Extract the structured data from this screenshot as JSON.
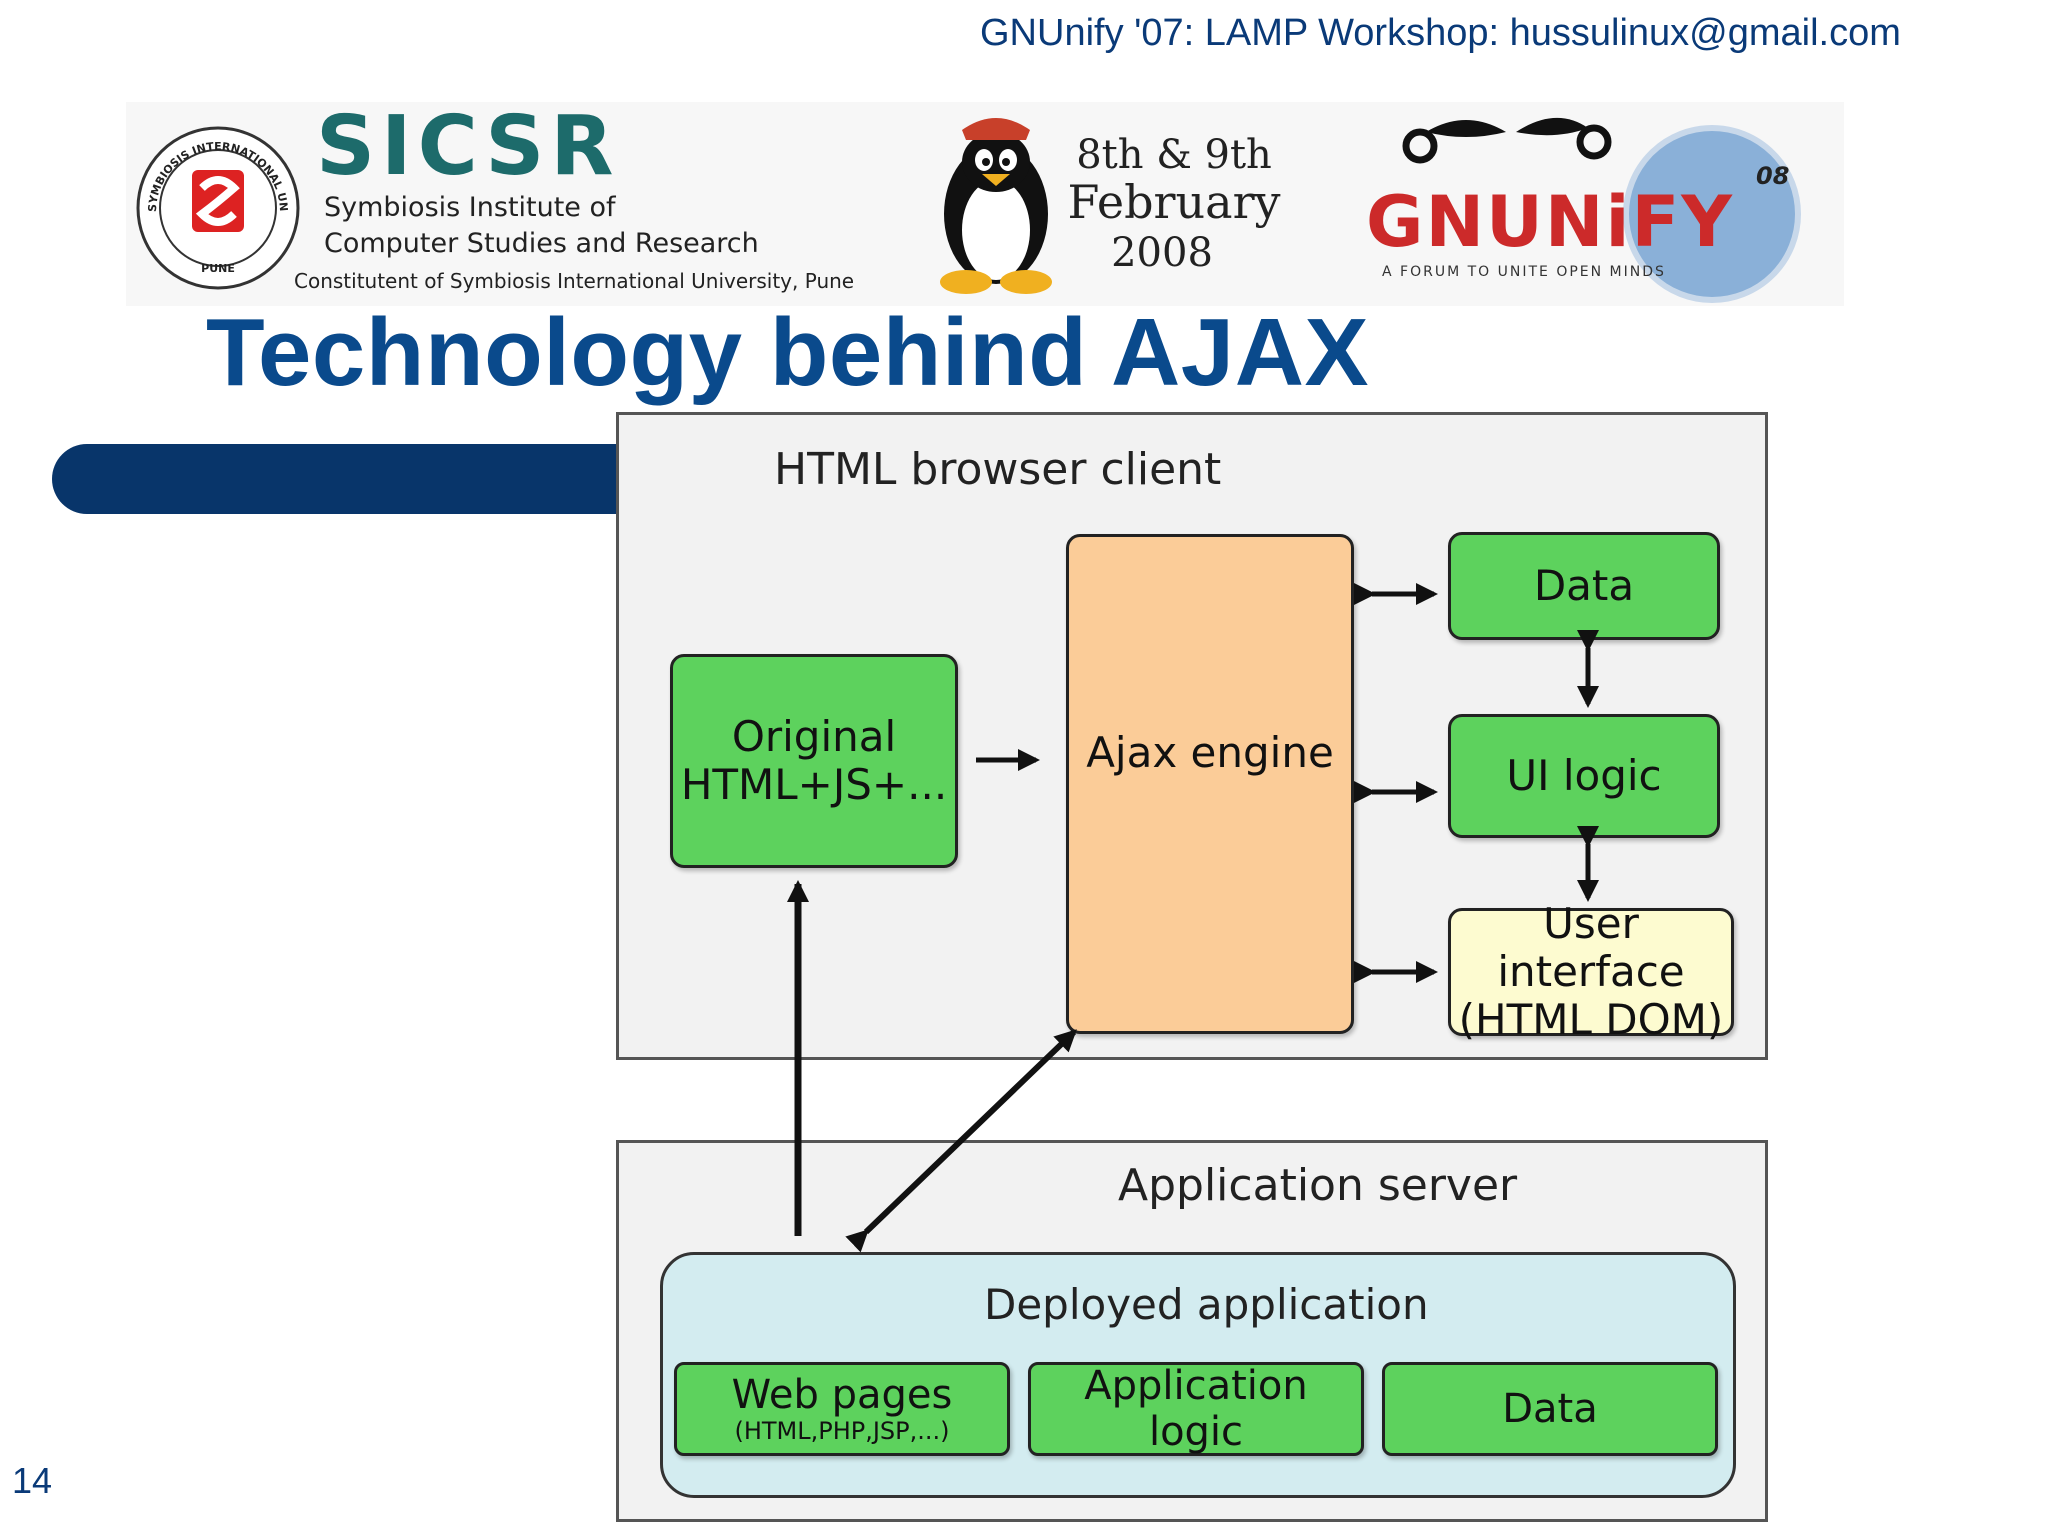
{
  "header": {
    "text": "GNUnify '07: LAMP Workshop: hussulinux@gmail.com"
  },
  "banner": {
    "sicsr_logo": "SICSR",
    "sicsr_line1": "Symbiosis Institute of",
    "sicsr_line2": "Computer Studies and Research",
    "sicsr_line3": "Constitutent of Symbiosis International University, Pune",
    "seal_top": "SYMBIOSIS INTERNATIONAL UNIVERSITY",
    "seal_bottom": "PUNE",
    "date_line1": "8th & 9th",
    "date_line2": "February",
    "date_line3": "2008",
    "gnunify_logo": "GNUNiFY",
    "gnunify_year": "08",
    "gnunify_tagline": "A FORUM TO UNITE OPEN MINDS"
  },
  "title": "Technology behind AJAX",
  "page_number": "14",
  "diagram": {
    "client_panel": "HTML browser client",
    "original_line1": "Original",
    "original_line2": "HTML+JS+...",
    "ajax_engine": "Ajax engine",
    "data": "Data",
    "ui_logic": "UI logic",
    "ui_line1": "User interface",
    "ui_line2": "(HTML DOM)",
    "server_panel": "Application server",
    "deployed": "Deployed application",
    "web_pages_line1": "Web pages",
    "web_pages_line2": "(HTML,PHP,JSP,...)",
    "app_logic": "Application logic",
    "server_data": "Data"
  },
  "colors": {
    "title": "#0a4a8c",
    "green_box": "#5dd25d",
    "ajax_engine": "#fbcc98",
    "ui_box": "#fdfbd0",
    "deployed": "#d3ecf0",
    "panel": "#f2f2f2"
  }
}
